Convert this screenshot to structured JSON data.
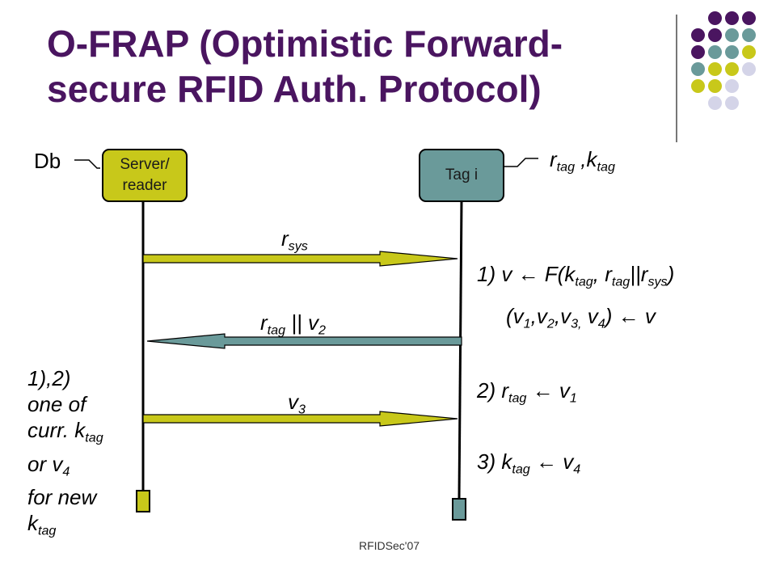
{
  "title": "O-FRAP (Optimistic Forward-secure RFID Auth. Protocol)",
  "footer": "RFIDSec'07",
  "server_label_1": "Server/",
  "server_label_2": "reader",
  "tag_label": "Tag i",
  "db_label": "Db",
  "colors": {
    "title": "#4a1560",
    "olive": "#c8c81a",
    "teal": "#6a9a9a",
    "lavender": "#d4d4e8"
  },
  "tag_state": {
    "r": "r",
    "r_sub": "tag",
    "sep": " ,",
    "k": "k",
    "k_sub": "tag"
  },
  "msg1": {
    "base": "r",
    "sub": "sys"
  },
  "msg2": {
    "base": "r",
    "sub": "tag",
    "rest": " || v",
    "rest_sub": "2"
  },
  "msg3": {
    "base": "v",
    "sub": "3"
  },
  "step1a": {
    "prefix": "1) v ",
    "arrow": "←",
    "f": " F(k",
    "s1": "tag",
    "mid": ", r",
    "s2": "tag",
    "pipe": "||r",
    "s3": "sys",
    "end": ")"
  },
  "step1b": {
    "open": "(v",
    "s1": "1",
    "c1": ",v",
    "s2": "2",
    "c2": ",v",
    "s3": "3,",
    "c3": " v",
    "s4": "4",
    "close": ") ",
    "arrow": "←",
    "end": " v"
  },
  "step2": {
    "prefix": "2) r",
    "sub": "tag",
    "arrow": " ←",
    "v": " v",
    "vsub": "1"
  },
  "step3": {
    "prefix": "3) k",
    "sub": "tag",
    "arrow": " ←",
    "v": " v",
    "vsub": "4"
  },
  "notes": {
    "l1": "1),2)",
    "l2": "one of",
    "l3a": "curr. k",
    "l3s": "tag",
    "l4a": "or v",
    "l4s": "4",
    "l5": "for new",
    "l6a": "k",
    "l6s": "tag"
  }
}
